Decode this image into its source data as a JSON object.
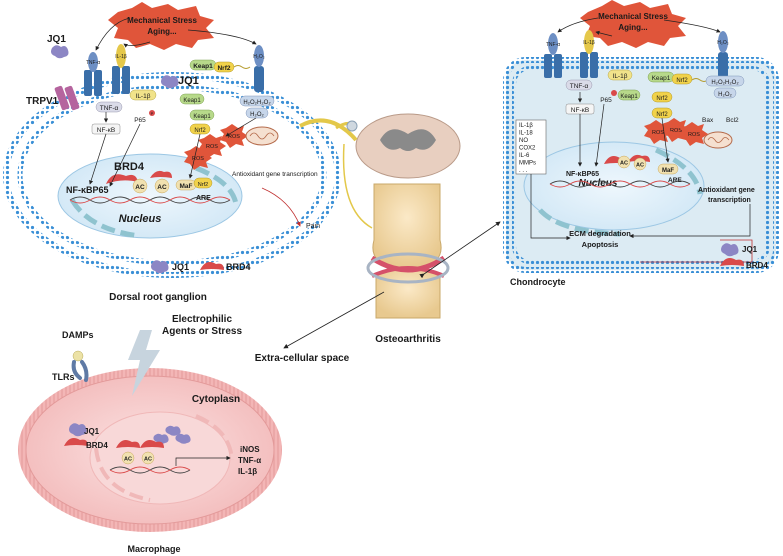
{
  "stress": {
    "line1": "Mechanical Stress",
    "line2": "Aging..."
  },
  "drg": {
    "jq1_top": "JQ1",
    "trpv1": "TRPV1",
    "tnf_receptor": "TNF-α",
    "il1b_receptor": "IL-1β",
    "h2o2_receptor": "H₂O₂",
    "il1b": "IL-1β",
    "tnfa": "TNF-α",
    "jq1_inner": "JQ1",
    "keap1_a": "Keap1",
    "keap1_b": "Keap1",
    "keap1_c": "Keap1",
    "nrf2_a": "Nrf2",
    "nrf2_b": "Nrf2",
    "h2o2_small": "H₂O₂H₂O₂",
    "h2o2_small2": "H₂O₂",
    "p65": "P65",
    "nfkb": "NF-κB",
    "p_mark": "P",
    "ros": "ROS",
    "brd4": "BRD4",
    "ac": "AC",
    "nfkb_p65": "NF-κBP65",
    "maf": "MaF",
    "nrf2_dna": "Nrf2",
    "are": "ARE",
    "antioxidant": "Antioxidant gene transcription",
    "pain": "Pain",
    "nucleus": "Nucleus",
    "legend_jq1": "JQ1",
    "legend_brd4": "BRD4",
    "caption": "Dorsal root ganglion"
  },
  "center": {
    "label": "Osteoarthritis",
    "extra": "Extra-cellular space"
  },
  "chondro": {
    "tnf_receptor": "TNF-α",
    "il1b_receptor": "IL-1β",
    "h2o2_receptor": "H₂O₂",
    "il1b": "IL-1β",
    "tnfa": "TNF-α",
    "keap1_a": "Keap1",
    "keap1_b": "Keap1",
    "nrf2_a": "Nrf2",
    "nrf2_b": "Nrf2",
    "nrf2_c": "Nrf2",
    "h2o2_a": "H₂O₂H₂O₂",
    "h2o2_b": "H₂O₂",
    "p65": "P65",
    "nfkb": "NF-κB",
    "bax": "Bax",
    "bcl2": "Bcl2",
    "ros": "ROS",
    "cytokines": [
      "IL-1β",
      "IL-18",
      "NO",
      "COX2",
      "IL-6",
      "MMPs",
      ". . ."
    ],
    "nfkb_p65": "NF-κBP65",
    "ac": "AC",
    "maf": "MaF",
    "are": "ARE",
    "nucleus": "Nucleus",
    "antioxidant1": "Antioxidant gene",
    "antioxidant2": "transcription",
    "ecm1": "ECM degradation",
    "ecm2": "Apoptosis",
    "legend_jq1": "JQ1",
    "legend_brd4": "BRD4",
    "caption": "Chondrocyte"
  },
  "macro": {
    "damps": "DAMPs",
    "tlrs": "TLRs",
    "electro1": "Electrophilic",
    "electro2": "Agents or Stress",
    "cytoplasm": "Cytoplasn",
    "jq1": "JQ1",
    "brd4": "BRD4",
    "ac": "AC",
    "inos": "iNOS",
    "tnfa": "TNF-α",
    "il1b": "IL-1β",
    "caption": "Macrophage"
  },
  "colors": {
    "membrane": "#3a8fd6",
    "cytosol_blue": "#e4f2fb",
    "chondro_bg": "#dcebf3",
    "macro_bg": "#f6cfcf",
    "brd4": "#d94a4a",
    "jq1": "#8c86c4",
    "stress": "#e0553a",
    "arrow": "#222222",
    "inhibit": "#c03030"
  }
}
